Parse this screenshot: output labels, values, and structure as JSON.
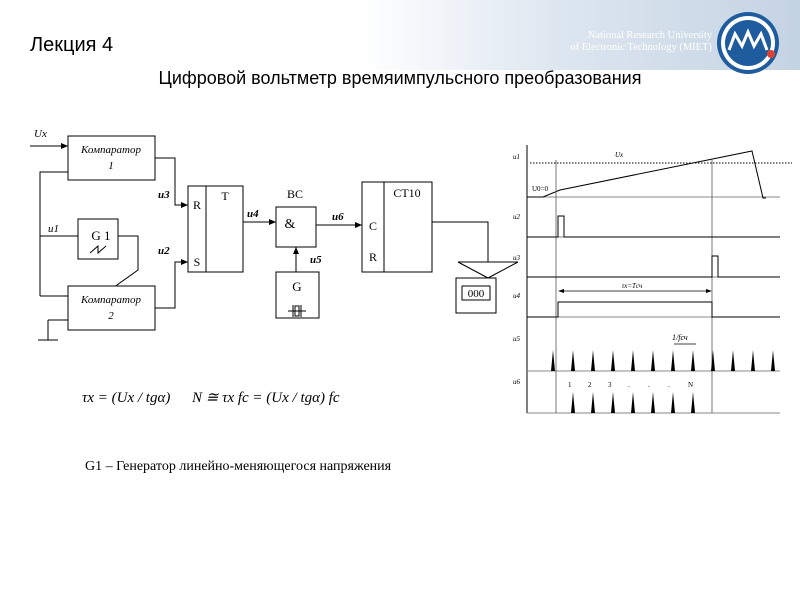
{
  "header": {
    "lecture": "Лекция 4",
    "university_line1": "National Research University",
    "university_line2": "of Electronic Technology (MIET)"
  },
  "title": "Цифровой вольтметр времяимпульсного преобразования",
  "circuit": {
    "ux": "Ux",
    "u1": "u1",
    "u2": "u2",
    "u3": "u3",
    "u4": "u4",
    "u5": "u5",
    "u6": "u6",
    "comparator1_l1": "Компаратор",
    "comparator1_l2": "1",
    "comparator2_l1": "Компаратор",
    "comparator2_l2": "2",
    "g1": "G 1",
    "trigger": "T",
    "r": "R",
    "s": "S",
    "and_label": "&",
    "bc": "ВС",
    "g": "G",
    "ct10": "СТ10",
    "c": "C",
    "r2": "R",
    "display": "000"
  },
  "timing": {
    "row_labels": [
      "u1",
      "u2",
      "u3",
      "u4",
      "u5",
      "u6"
    ],
    "ux": "Ux",
    "u0": "U0=0",
    "tau": "τx=Tсч",
    "period": "1/fсч",
    "counts": [
      "1",
      "2",
      "3",
      ".",
      ".",
      ".",
      "N"
    ]
  },
  "formulas": {
    "f1": "τx = (Ux / tgα)",
    "f2": "N ≅ τx fc = (Ux / tgα) fc"
  },
  "caption": "G1 – Генератор линейно-меняющегося напряжения"
}
